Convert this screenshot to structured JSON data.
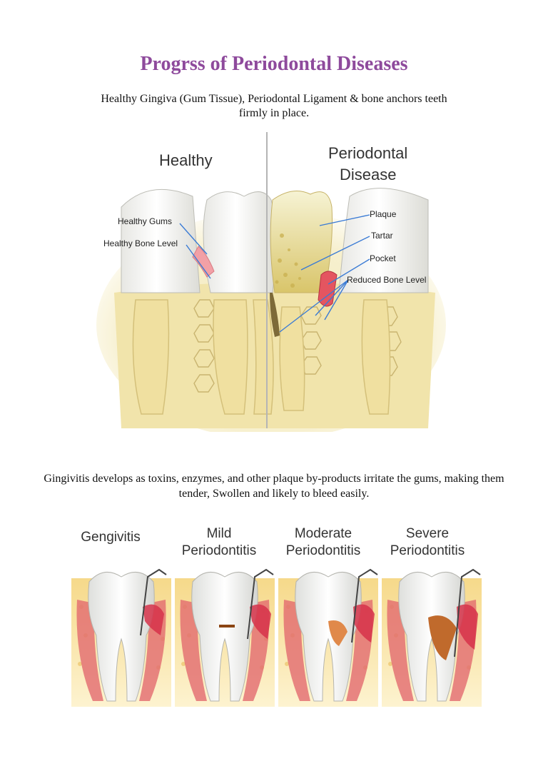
{
  "document": {
    "title": "Progrss of Periodontal Diseases",
    "intro": "Healthy Gingiva (Gum Tissue), Periodontal Ligament & bone anchors teeth firmly in place.",
    "gingivitis_text": "Gingivitis develops as toxins, enzymes, and other plaque by-products irritate the gums, making them tender, Swollen and likely to bleed easily."
  },
  "figure_top": {
    "left_heading": "Healthy",
    "right_heading_line1": "Periodontal",
    "right_heading_line2": "Disease",
    "labels": {
      "healthy_gums": "Healthy Gums",
      "healthy_bone": "Healthy Bone Level",
      "plaque": "Plaque",
      "tartar": "Tartar",
      "pocket": "Pocket",
      "reduced_bone": "Reduced Bone Level"
    }
  },
  "figure_bottom": {
    "stages": [
      {
        "line1": "Gengivitis",
        "line2": ""
      },
      {
        "line1": "Mild",
        "line2": "Periodontitis"
      },
      {
        "line1": "Moderate",
        "line2": "Periodontitis"
      },
      {
        "line1": "Severe",
        "line2": "Periodontitis"
      }
    ]
  },
  "colors": {
    "title": "#8e4a9c",
    "label_line": "#3a7bd5",
    "gum": "#f2a0a6",
    "bone": "#f0e2a8",
    "tooth": "#f6f6f4"
  }
}
